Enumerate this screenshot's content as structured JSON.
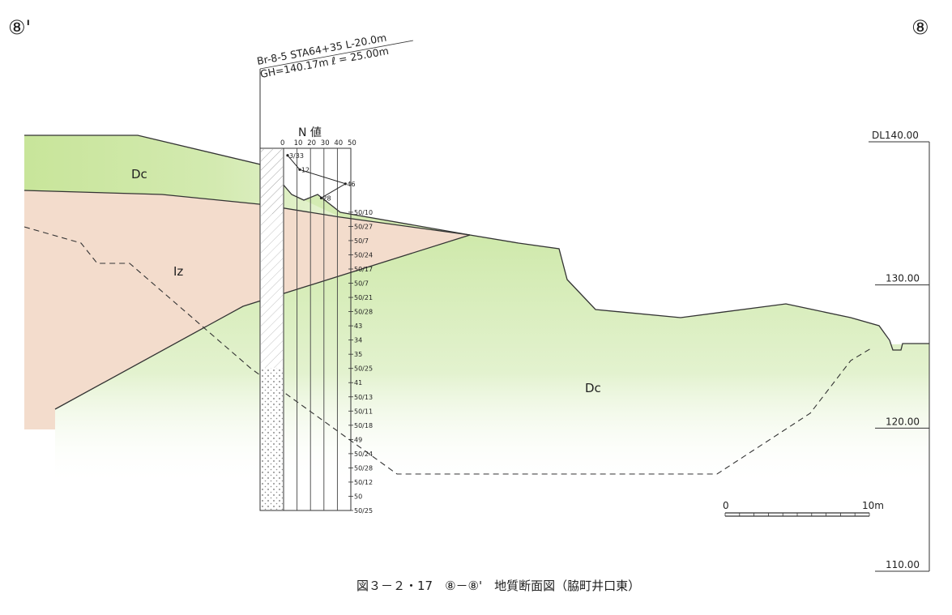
{
  "page": {
    "section_left": "⑧'",
    "section_right": "⑧",
    "caption": "図３－２・17　⑧－⑧'　地質断面図（脇町井口東）"
  },
  "borehole": {
    "header_line1": "Br-8-5  STA64+35 L-20.0m",
    "header_line2": "GH=140.17m  ℓ = 25.00m",
    "n_value_title": "N  値",
    "n_ticks": [
      "0",
      "10",
      "20",
      "30",
      "40",
      "50"
    ],
    "n_max": 50,
    "top_elev": 140.17,
    "n_values": [
      {
        "depth": 0.5,
        "n": 3,
        "label": "3/33"
      },
      {
        "depth": 1.5,
        "n": 12,
        "label": "12"
      },
      {
        "depth": 2.5,
        "n": 46,
        "label": "46"
      },
      {
        "depth": 3.5,
        "n": 28,
        "label": "28"
      }
    ],
    "side_labels": [
      {
        "depth": 4.5,
        "label": "50/10"
      },
      {
        "depth": 5.5,
        "label": "50/27"
      },
      {
        "depth": 6.5,
        "label": "50/7"
      },
      {
        "depth": 7.5,
        "label": "50/24"
      },
      {
        "depth": 8.5,
        "label": "50/17"
      },
      {
        "depth": 9.5,
        "label": "50/7"
      },
      {
        "depth": 10.5,
        "label": "50/21"
      },
      {
        "depth": 11.5,
        "label": "50/28"
      },
      {
        "depth": 12.5,
        "label": "43"
      },
      {
        "depth": 13.5,
        "label": "34"
      },
      {
        "depth": 14.5,
        "label": "35"
      },
      {
        "depth": 15.5,
        "label": "50/25"
      },
      {
        "depth": 16.5,
        "label": "41"
      },
      {
        "depth": 17.5,
        "label": "50/13"
      },
      {
        "depth": 18.5,
        "label": "50/11"
      },
      {
        "depth": 19.5,
        "label": "50/18"
      },
      {
        "depth": 20.5,
        "label": "49"
      },
      {
        "depth": 21.5,
        "label": "50/24"
      },
      {
        "depth": 22.5,
        "label": "50/28"
      },
      {
        "depth": 23.5,
        "label": "50/12"
      },
      {
        "depth": 24.5,
        "label": "50"
      },
      {
        "depth": 25.5,
        "label": "50/25"
      }
    ]
  },
  "layers": [
    {
      "code": "Dc",
      "color": "#c9e6a0",
      "label": "Dc"
    },
    {
      "code": "Iz",
      "color": "#f3d6c2",
      "label": "Iz"
    },
    {
      "code": "Dc2",
      "color": "#d8efba",
      "label": "Dc"
    }
  ],
  "elevation_scale": {
    "labels": [
      "DL140.00",
      "130.00",
      "120.00",
      "110.00"
    ],
    "values": [
      140,
      130,
      120,
      110
    ]
  },
  "scale_bar": {
    "start_label": "0",
    "end_label": "10m"
  }
}
